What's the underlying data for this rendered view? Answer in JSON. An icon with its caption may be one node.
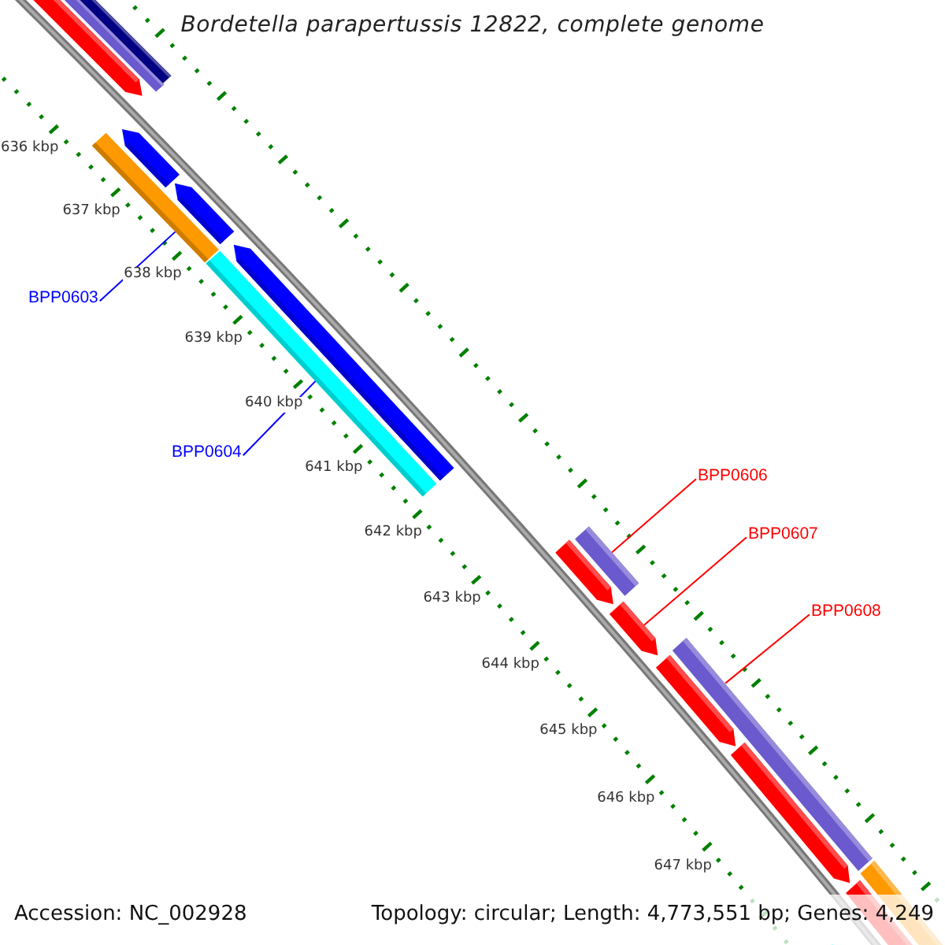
{
  "diagram": {
    "title": "Bordetella parapertussis 12822, complete genome",
    "nodes": [
      {
        "text": [
          "BPP0603"
        ]
      },
      {
        "text": [],
        "shape": "bar"
      },
      {
        "text": [
          "BPP0604"
        ]
      },
      {
        "text": [],
        "shape": "bar"
      },
      {
        "text": [
          "BPP0606"
        ]
      },
      {
        "text": [],
        "shape": "bar"
      },
      {
        "text": [
          "BPP0607"
        ]
      },
      {
        "text": [],
        "shape": "arrow"
      },
      {
        "text": [
          "BPP0608"
        ]
      },
      {
        "text": [],
        "shape": "bar"
      }
    ],
    "edges": [
      {
        "from": 0,
        "to": 1,
        "arrow": "none",
        "color": "#0000ff"
      },
      {
        "from": 2,
        "to": 3,
        "arrow": "none",
        "color": "#0000ff"
      },
      {
        "from": 4,
        "to": 5,
        "arrow": "none"
      },
      {
        "from": 6,
        "to": 7,
        "arrow": "none"
      },
      {
        "from": 8,
        "to": 9,
        "arrow": "none"
      }
    ],
    "labels": [
      "636 kbp",
      "637 kbp",
      "638 kbp",
      "639 kbp",
      "640 kbp",
      "641 kbp",
      "642 kbp",
      "643 kbp",
      "644 kbp",
      "645 kbp",
      "646 kbp",
      "647 kbp",
      "Accession: NC_002928",
      "Topology: circular; Length: 4,773,551 bp; Genes: 4,249"
    ]
  }
}
